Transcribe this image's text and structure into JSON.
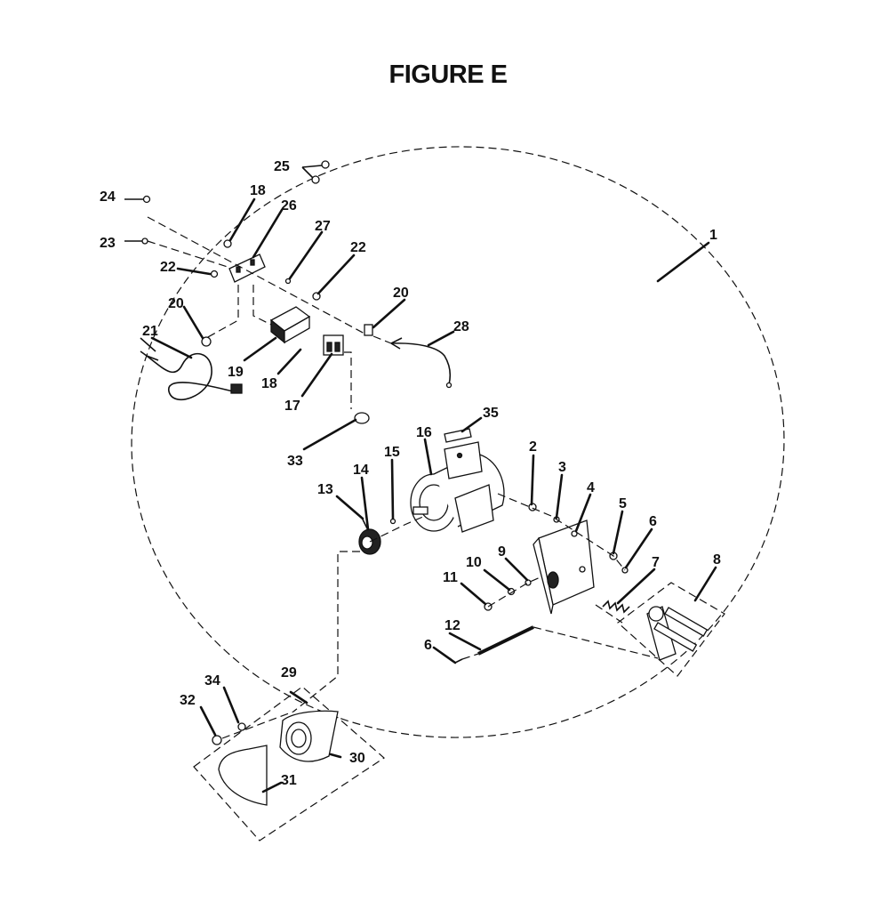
{
  "title": "FIGURE E",
  "callouts": {
    "c1": "1",
    "c2": "2",
    "c3": "3",
    "c4": "4",
    "c5": "5",
    "c6a": "6",
    "c6b": "6",
    "c7": "7",
    "c8": "8",
    "c9": "9",
    "c10": "10",
    "c11": "11",
    "c12": "12",
    "c13": "13",
    "c14": "14",
    "c15": "15",
    "c16": "16",
    "c17": "17",
    "c18a": "18",
    "c18b": "18",
    "c19": "19",
    "c20a": "20",
    "c20b": "20",
    "c21": "21",
    "c22a": "22",
    "c22b": "22",
    "c23": "23",
    "c24": "24",
    "c25": "25",
    "c26": "26",
    "c27": "27",
    "c28": "28",
    "c29": "29",
    "c30": "30",
    "c31": "31",
    "c32": "32",
    "c33": "33",
    "c34": "34",
    "c35": "35"
  }
}
